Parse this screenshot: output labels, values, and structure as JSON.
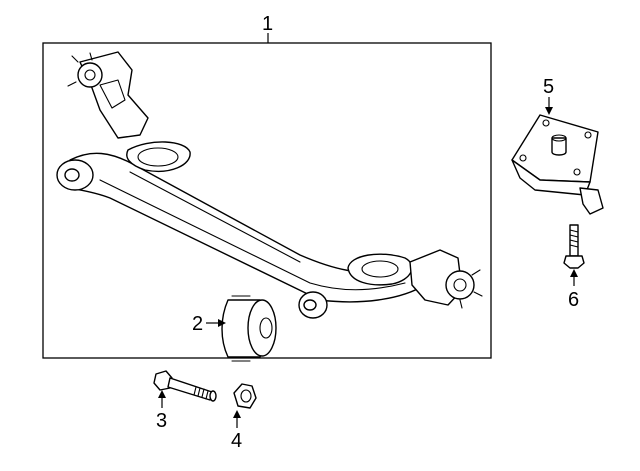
{
  "callouts": {
    "axle": "1",
    "bushing": "2",
    "bolt": "3",
    "nut": "4",
    "bracket": "5",
    "bracket_bolt": "6"
  },
  "colors": {
    "line": "#000000",
    "background": "#ffffff"
  }
}
